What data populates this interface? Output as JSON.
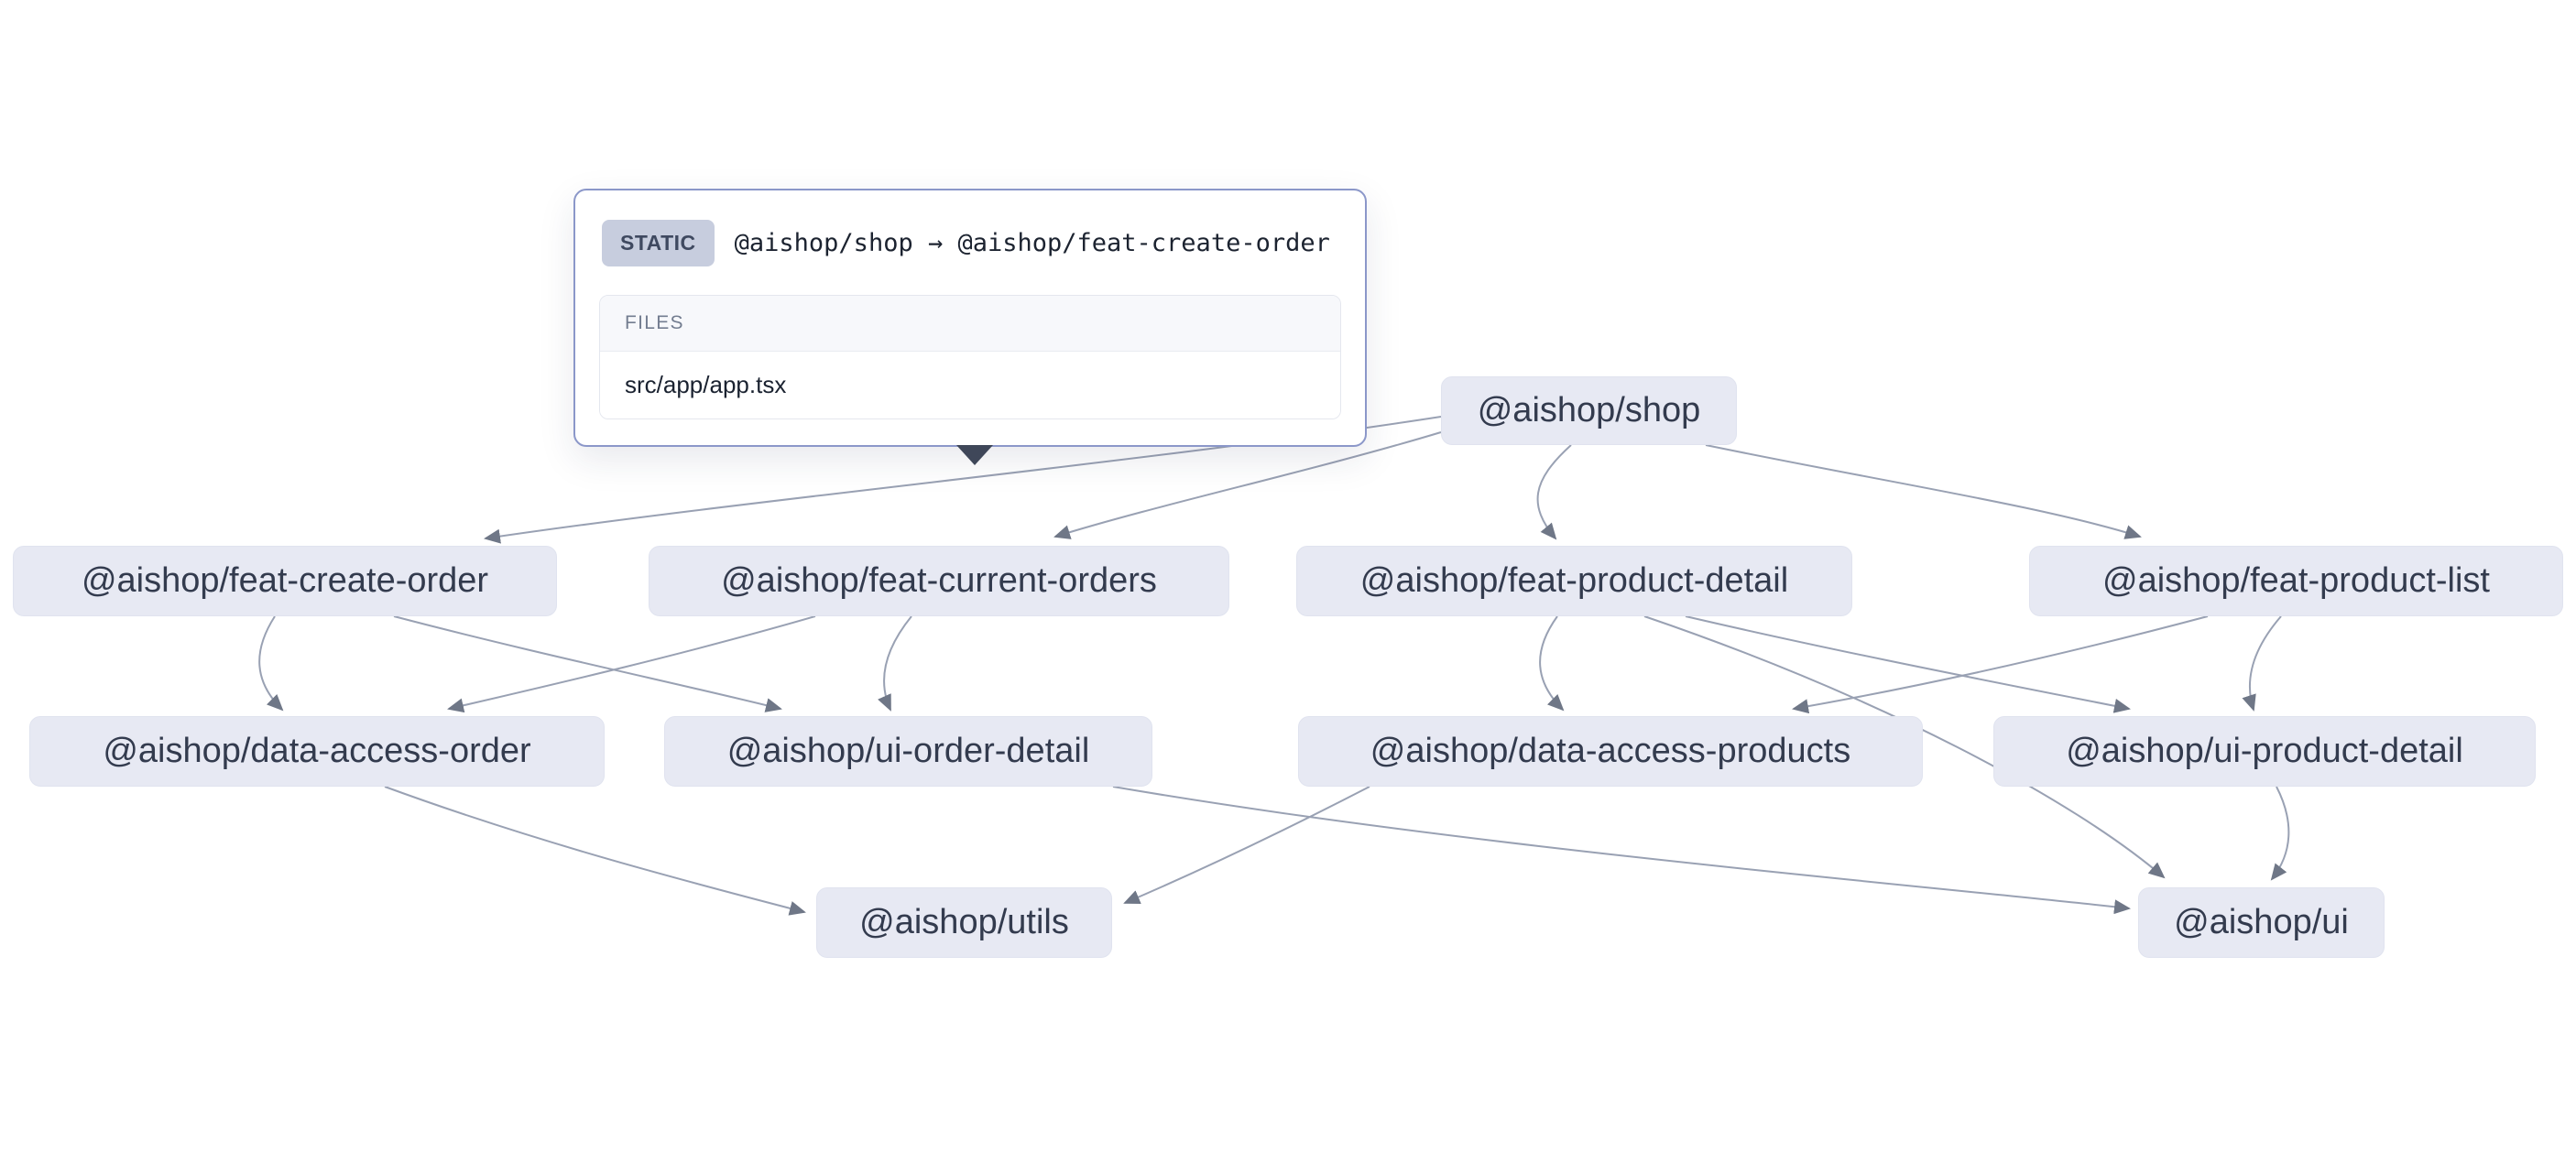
{
  "tooltip": {
    "badge": "STATIC",
    "edge_label": "@aishop/shop → @aishop/feat-create-order",
    "files_header": "FILES",
    "files": [
      "src/app/app.tsx"
    ]
  },
  "nodes": [
    {
      "id": "shop",
      "label": "@aishop/shop"
    },
    {
      "id": "feat-create-order",
      "label": "@aishop/feat-create-order"
    },
    {
      "id": "feat-current-orders",
      "label": "@aishop/feat-current-orders"
    },
    {
      "id": "feat-product-detail",
      "label": "@aishop/feat-product-detail"
    },
    {
      "id": "feat-product-list",
      "label": "@aishop/feat-product-list"
    },
    {
      "id": "data-access-order",
      "label": "@aishop/data-access-order"
    },
    {
      "id": "ui-order-detail",
      "label": "@aishop/ui-order-detail"
    },
    {
      "id": "data-access-products",
      "label": "@aishop/data-access-products"
    },
    {
      "id": "ui-product-detail",
      "label": "@aishop/ui-product-detail"
    },
    {
      "id": "utils",
      "label": "@aishop/utils"
    },
    {
      "id": "ui",
      "label": "@aishop/ui"
    }
  ],
  "edges": [
    {
      "from": "@aishop/shop",
      "to": "@aishop/feat-create-order"
    },
    {
      "from": "@aishop/shop",
      "to": "@aishop/feat-current-orders"
    },
    {
      "from": "@aishop/shop",
      "to": "@aishop/feat-product-detail"
    },
    {
      "from": "@aishop/shop",
      "to": "@aishop/feat-product-list"
    },
    {
      "from": "@aishop/feat-create-order",
      "to": "@aishop/data-access-order"
    },
    {
      "from": "@aishop/feat-create-order",
      "to": "@aishop/ui-order-detail"
    },
    {
      "from": "@aishop/feat-current-orders",
      "to": "@aishop/data-access-order"
    },
    {
      "from": "@aishop/feat-current-orders",
      "to": "@aishop/ui-order-detail"
    },
    {
      "from": "@aishop/feat-product-detail",
      "to": "@aishop/data-access-products"
    },
    {
      "from": "@aishop/feat-product-detail",
      "to": "@aishop/ui-product-detail"
    },
    {
      "from": "@aishop/feat-product-detail",
      "to": "@aishop/ui"
    },
    {
      "from": "@aishop/feat-product-list",
      "to": "@aishop/data-access-products"
    },
    {
      "from": "@aishop/feat-product-list",
      "to": "@aishop/ui-product-detail"
    },
    {
      "from": "@aishop/data-access-order",
      "to": "@aishop/utils"
    },
    {
      "from": "@aishop/data-access-products",
      "to": "@aishop/utils"
    },
    {
      "from": "@aishop/ui-order-detail",
      "to": "@aishop/ui"
    },
    {
      "from": "@aishop/ui-product-detail",
      "to": "@aishop/ui"
    }
  ],
  "colors": {
    "node_fill": "#e7e9f3",
    "node_text": "#333b4e",
    "edge": "#99a1b3",
    "arrowhead": "#6f7787",
    "tooltip_border": "#8b97c9",
    "badge_bg": "#c7cdde",
    "badge_text": "#3f4960",
    "tooltip_tail": "#3f4759"
  }
}
